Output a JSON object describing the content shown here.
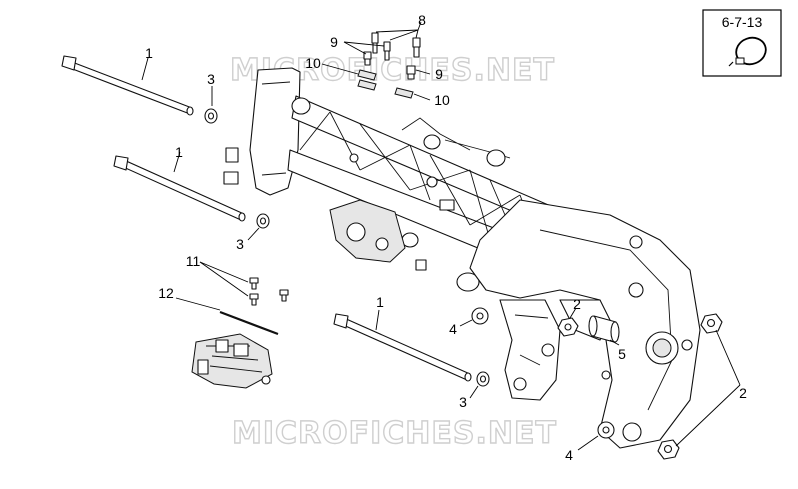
{
  "watermark": {
    "text": "MICROFICHES.NET"
  },
  "ref_box": {
    "label": "6-7-13",
    "icon": "hose-clamp-icon"
  },
  "callouts": {
    "c1a": "1",
    "c1b": "1",
    "c1c": "1",
    "c2a": "2",
    "c2b": "2",
    "c3a": "3",
    "c3b": "3",
    "c3c": "3",
    "c4a": "4",
    "c4b": "4",
    "c5": "5",
    "c8": "8",
    "c9a": "9",
    "c9b": "9",
    "c10a": "10",
    "c10b": "10",
    "c11": "11",
    "c12": "12"
  }
}
